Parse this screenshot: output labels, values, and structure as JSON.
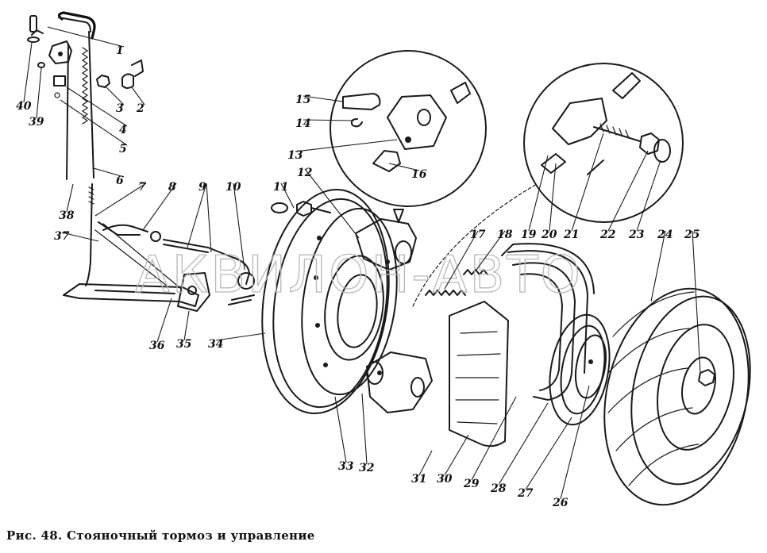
{
  "figure": {
    "caption": "Рис. 48. Стояночный тормоз и управление",
    "watermark": "АКВИЛОН-АВТО",
    "ink_color": "#1a1a1a",
    "background": "#ffffff"
  },
  "callouts": [
    "1",
    "2",
    "3",
    "4",
    "5",
    "6",
    "7",
    "8",
    "9",
    "10",
    "11",
    "12",
    "13",
    "14",
    "15",
    "16",
    "17",
    "18",
    "19",
    "20",
    "21",
    "22",
    "23",
    "24",
    "25",
    "26",
    "27",
    "28",
    "29",
    "30",
    "31",
    "32",
    "33",
    "34",
    "35",
    "36",
    "37",
    "38",
    "39",
    "40"
  ]
}
